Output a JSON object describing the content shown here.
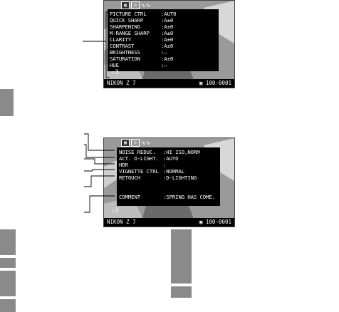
{
  "icons": [
    "memory-icon",
    "protect-icon",
    "wave-icon"
  ],
  "screen1": {
    "rows": [
      {
        "key": "PICTURE CTRL",
        "value": ":AUTO"
      },
      {
        "key": " QUICK SHARP",
        "value": ":A±0"
      },
      {
        "key": " SHARPENING",
        "value": ":A±0"
      },
      {
        "key": " M-RANGE SHARP",
        "value": ":A±0"
      },
      {
        "key": " CLARITY",
        "value": ":A±0"
      },
      {
        "key": " CONTRAST",
        "value": ":A±0"
      },
      {
        "key": " BRIGHTNESS",
        "value": ":–"
      },
      {
        "key": " SATURATION",
        "value": ":A±0"
      },
      {
        "key": " HUE",
        "value": ":–"
      }
    ],
    "rating": "☆3",
    "camera": "NIKON Z 7",
    "file": "100-0001"
  },
  "screen2": {
    "rows": [
      {
        "key": "NOISE REDUC.",
        "value": ":HI ISO,NORM"
      },
      {
        "key": "ACT. D-LIGHT.",
        "value": ":AUTO"
      },
      {
        "key": "HDR",
        "value": ":"
      },
      {
        "key": "VIGNETTE CTRL",
        "value": ":NORMAL"
      },
      {
        "key": "RETOUCH",
        "value": ":D-LIGHTING"
      }
    ],
    "comment": {
      "key": "COMMENT",
      "value": ":SPRING HAS COME."
    },
    "rating": "☆3",
    "camera": "NIKON Z 7",
    "file": "100-0001"
  }
}
